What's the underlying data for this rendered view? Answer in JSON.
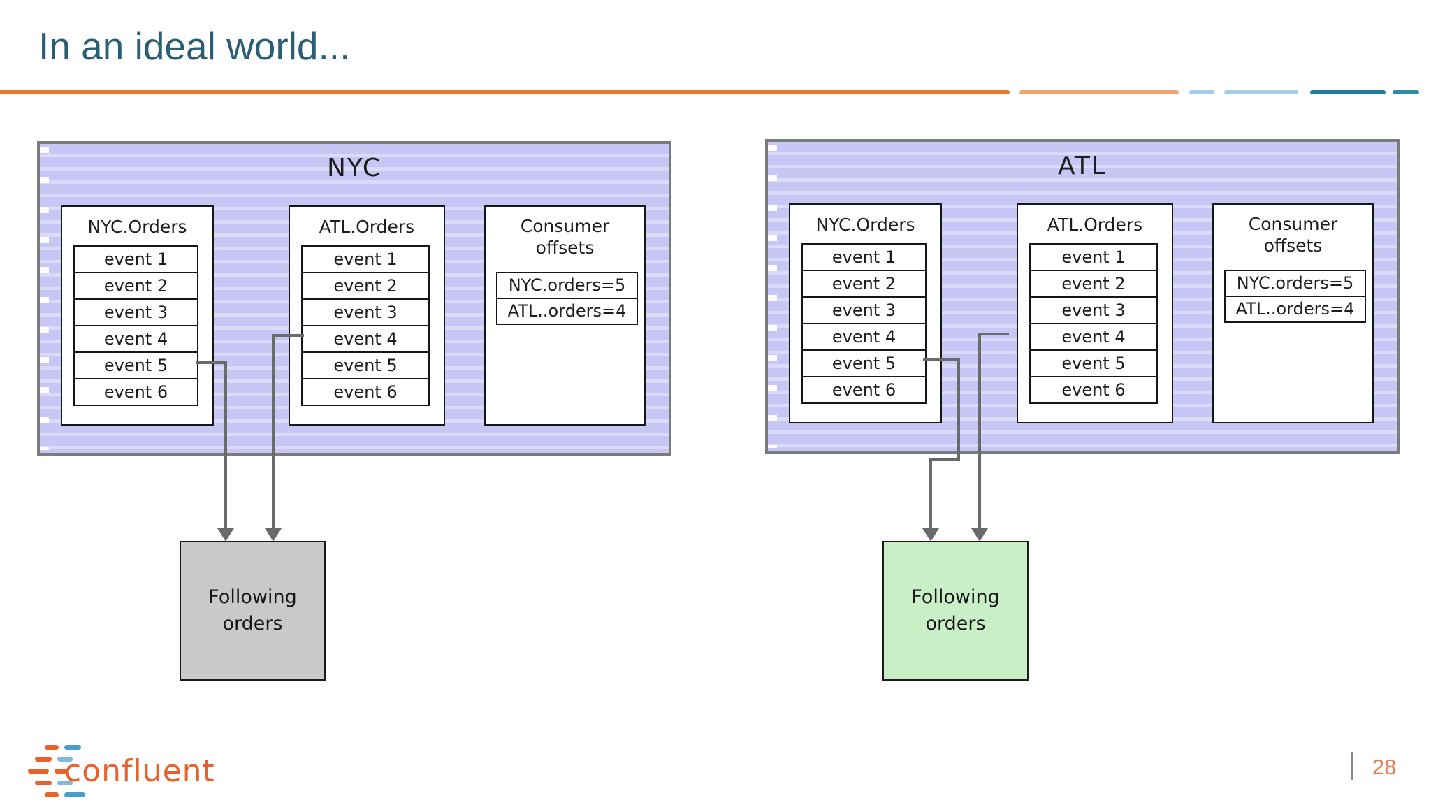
{
  "slide": {
    "title": "In an ideal world...",
    "page_number": "28",
    "logo_text": "confluent"
  },
  "colors": {
    "accent_orange": "#ed7326",
    "accent_orange_light": "#f2a26c",
    "accent_blue_light": "#a6cbe7",
    "accent_teal": "#1f7d9e",
    "title_teal": "#2a5e74",
    "cluster_purple": "#c7c6f4",
    "arrow_gray": "#6a6a6a",
    "nyc_target_fill": "#c9c9c9",
    "atl_target_fill": "#c8efc5",
    "logo_orange": "#e8622c",
    "logo_blue": "#4b9cc9"
  },
  "clusters": [
    {
      "title": "NYC",
      "topics": [
        {
          "label": "NYC.Orders",
          "events": [
            "event 1",
            "event 2",
            "event 3",
            "event 4",
            "event 5",
            "event 6"
          ]
        },
        {
          "label": "ATL.Orders",
          "events": [
            "event 1",
            "event 2",
            "event 3",
            "event 4",
            "event 5",
            "event 6"
          ]
        }
      ],
      "consumer_offsets": {
        "line1": "Consumer",
        "line2": "offsets",
        "rows": [
          "NYC.orders=5",
          "ATL..orders=4"
        ]
      },
      "target": {
        "line1": "Following",
        "line2": "orders"
      }
    },
    {
      "title": "ATL",
      "topics": [
        {
          "label": "NYC.Orders",
          "events": [
            "event 1",
            "event 2",
            "event 3",
            "event 4",
            "event 5",
            "event 6"
          ]
        },
        {
          "label": "ATL.Orders",
          "events": [
            "event 1",
            "event 2",
            "event 3",
            "event 4",
            "event 5",
            "event 6"
          ]
        }
      ],
      "consumer_offsets": {
        "line1": "Consumer",
        "line2": "offsets",
        "rows": [
          "NYC.orders=5",
          "ATL..orders=4"
        ]
      },
      "target": {
        "line1": "Following",
        "line2": "orders"
      }
    }
  ]
}
